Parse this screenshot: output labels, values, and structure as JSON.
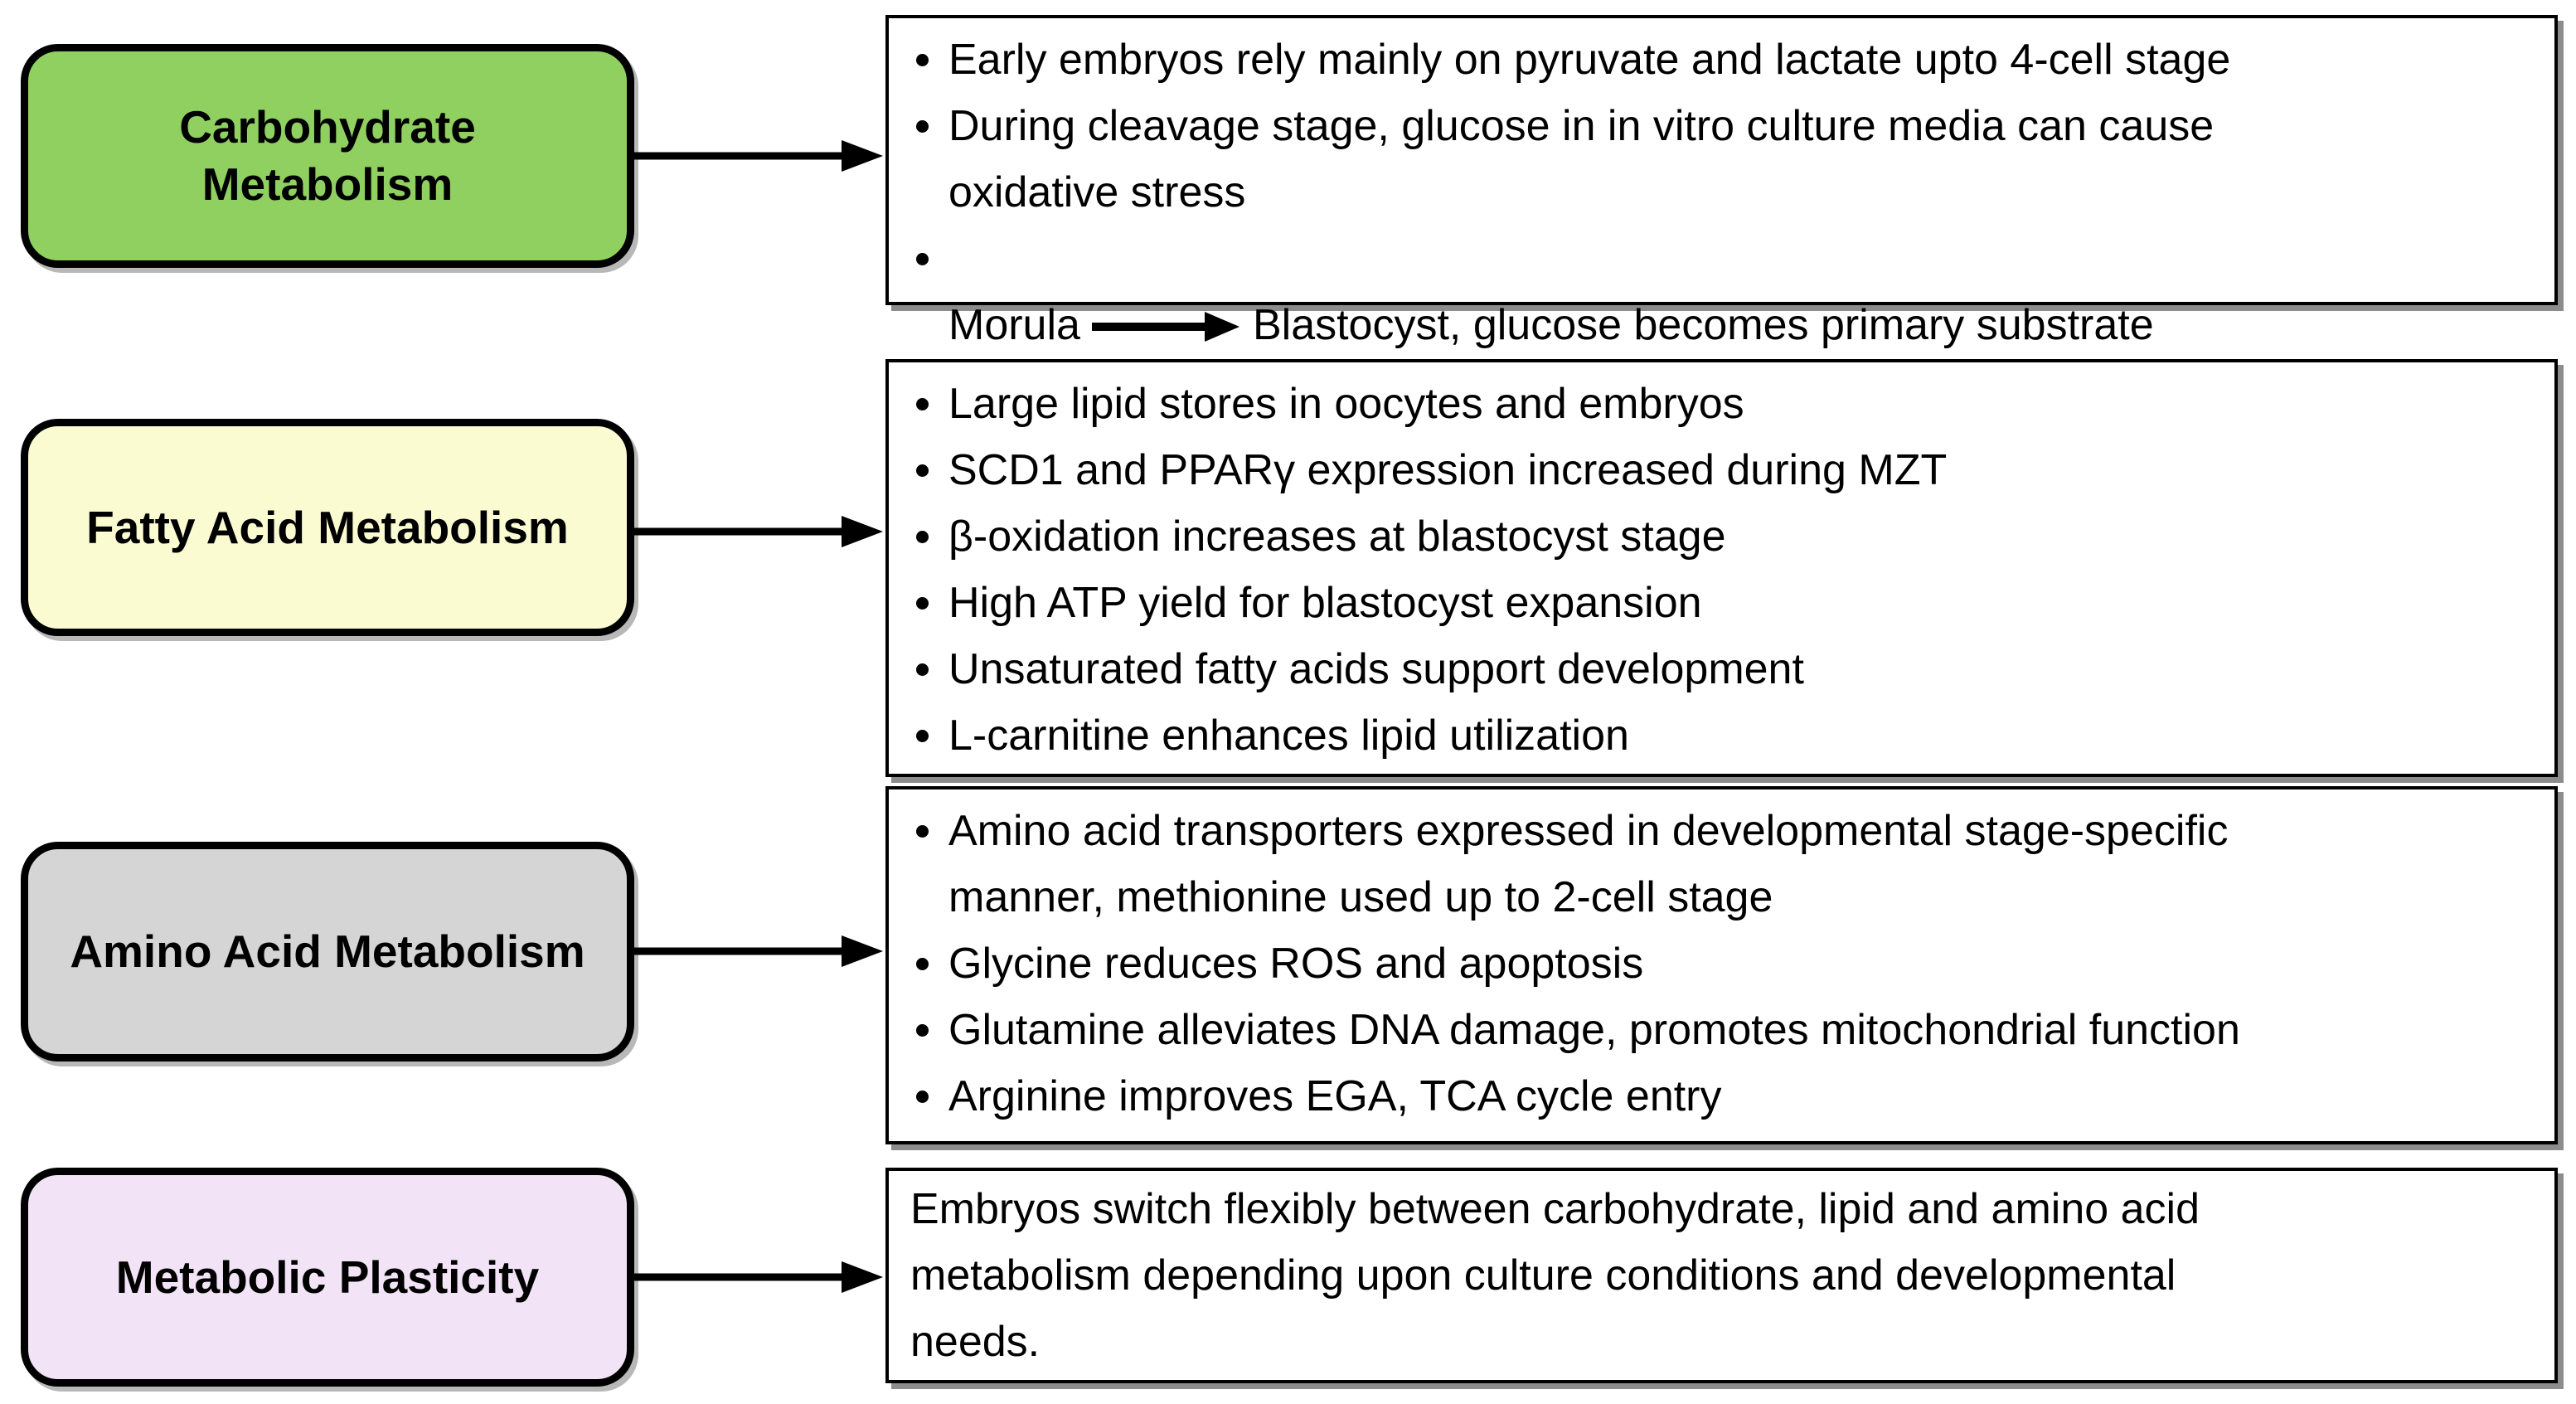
{
  "diagram": {
    "colors": {
      "outline": "#000000",
      "note_background": "#FFFFFF",
      "carbohydrate_fill": "#90D060",
      "fatty_acid_fill": "#FBFBD2",
      "amino_acid_fill": "#D5D5D5",
      "plasticity_fill": "#F2E4F6"
    },
    "rows": [
      {
        "label": "Carbohydrate Metabolism",
        "fill": "#90D060",
        "bullets": [
          {
            "text": "Early embryos rely mainly on pyruvate and lactate upto 4-cell stage"
          },
          {
            "text": "During cleavage stage, glucose in in vitro culture media can cause\noxidative stress"
          },
          {
            "pre": "Morula",
            "arrow_icon": "right-arrow",
            "post": "Blastocyst, glucose becomes primary substrate"
          }
        ]
      },
      {
        "label": "Fatty Acid Metabolism",
        "fill": "#FBFBD2",
        "bullets": [
          {
            "text": "Large lipid stores in oocytes and embryos"
          },
          {
            "text": "SCD1 and PPARγ expression increased during MZT"
          },
          {
            "text": "β-oxidation increases at blastocyst stage"
          },
          {
            "text": "High ATP yield for blastocyst expansion"
          },
          {
            "text": "Unsaturated fatty acids support development"
          },
          {
            "text": "L-carnitine enhances lipid utilization"
          }
        ]
      },
      {
        "label": "Amino Acid Metabolism",
        "fill": "#D5D5D5",
        "bullets": [
          {
            "text": "Amino acid transporters expressed in developmental stage-specific\nmanner, methionine used up to 2-cell stage"
          },
          {
            "text": "Glycine reduces ROS and apoptosis"
          },
          {
            "text": "Glutamine alleviates DNA damage, promotes mitochondrial function"
          },
          {
            "text": "Arginine improves EGA, TCA cycle entry"
          }
        ]
      },
      {
        "label": "Metabolic Plasticity",
        "fill": "#F2E4F6",
        "paragraph": "Embryos switch flexibly between carbohydrate, lipid and amino acid\nmetabolism depending upon culture conditions and developmental\nneeds."
      }
    ]
  }
}
